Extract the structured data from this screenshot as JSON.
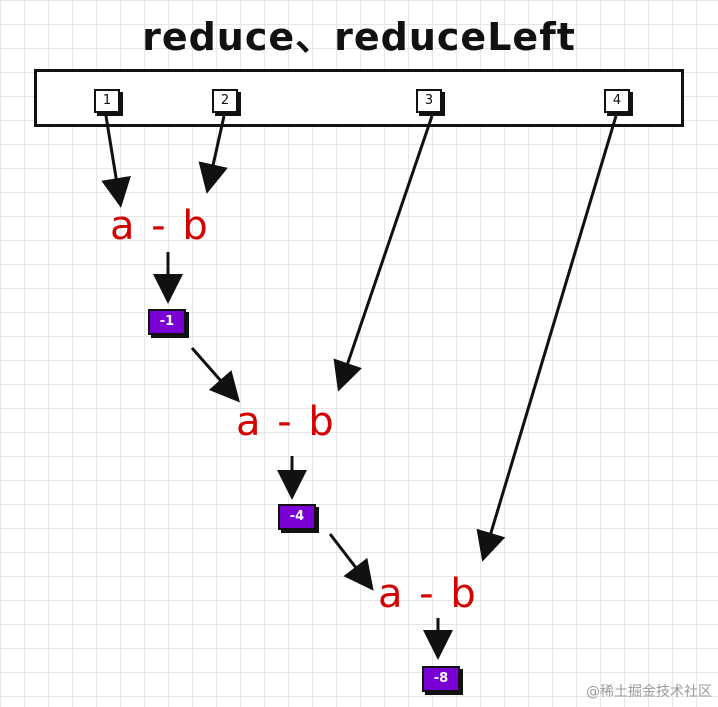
{
  "title": "reduce、reduceLeft",
  "array": [
    "1",
    "2",
    "3",
    "4"
  ],
  "operations": [
    "a - b",
    "a - b",
    "a - b"
  ],
  "results": [
    "-1",
    "-4",
    "-8"
  ],
  "watermark": "@稀土掘金技术社区",
  "colors": {
    "operation_text": "#d40000",
    "result_fill": "#7a00d6",
    "stroke": "#111111",
    "grid": "#e6e6e6"
  }
}
